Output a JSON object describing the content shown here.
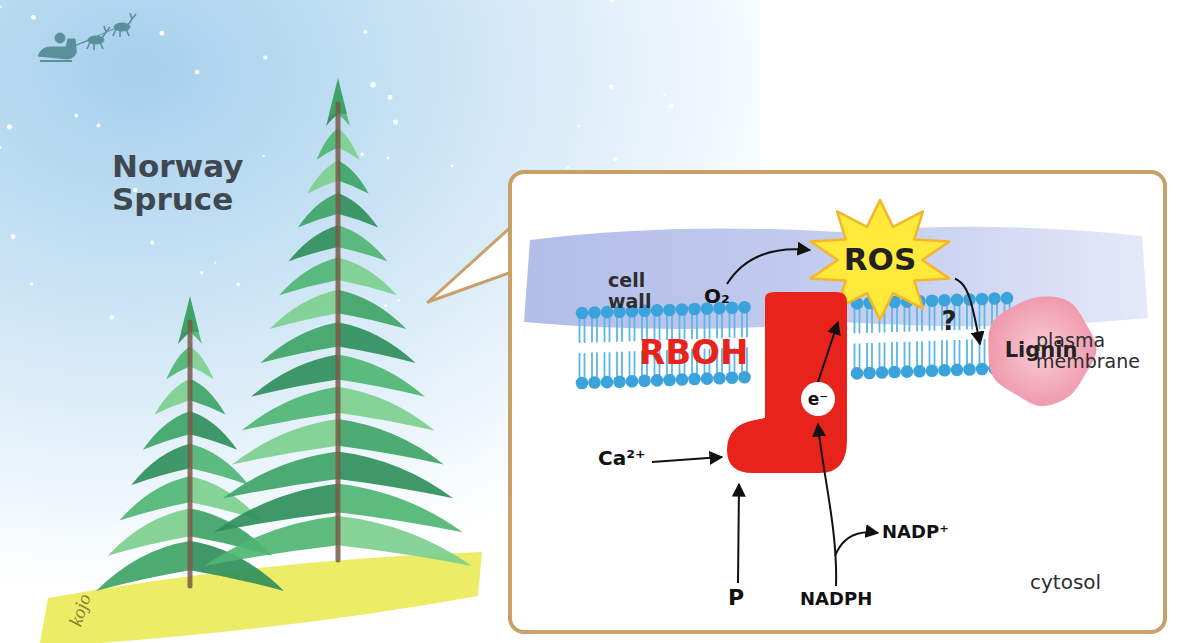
{
  "diagram": {
    "nodes": [
      {
        "text": [
          "cell wall"
        ]
      },
      {
        "text": [
          "ROS"
        ],
        "in": 0
      },
      {
        "text": [
          "Lignin"
        ],
        "in": 0
      },
      {
        "text": [
          "RBOH"
        ]
      },
      {
        "text": [
          "e⁻"
        ],
        "in": 3
      }
    ],
    "edges": [
      {
        "from": 4,
        "to": 1,
        "arrow": "to"
      },
      {
        "from": 1,
        "to": 2,
        "label": "?",
        "arrow": "to"
      }
    ],
    "labels": [
      "Norway Spruce",
      "O₂",
      "Ca²⁺",
      "P",
      "NADPH",
      "NADP⁺",
      "plasma membrane",
      "cytosol",
      "kojo"
    ]
  }
}
